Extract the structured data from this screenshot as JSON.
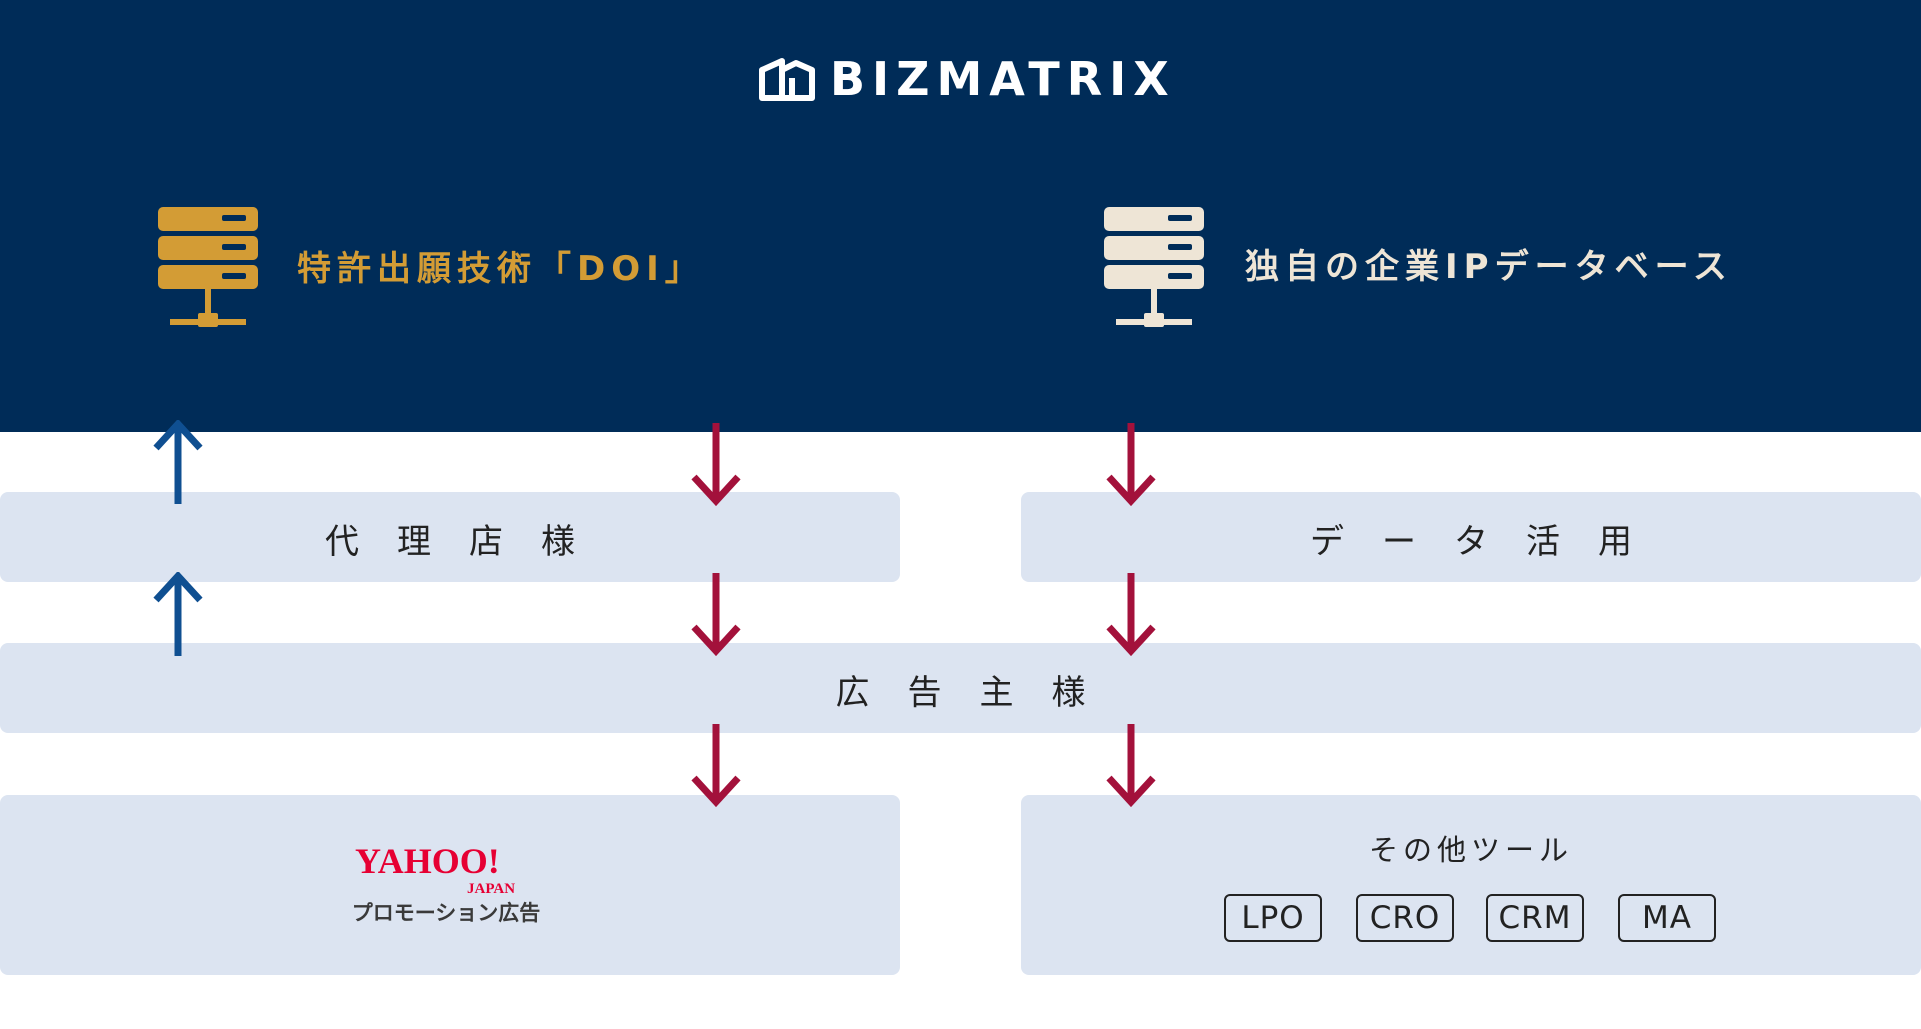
{
  "brand": {
    "name": "BIZMATRIX"
  },
  "sources": {
    "left": {
      "label": "特許出願技術「DOI」",
      "icon": "server-icon",
      "color": "#d39c35"
    },
    "right": {
      "label": "独自の企業IPデータベース",
      "icon": "server-icon",
      "color": "#eee5d6"
    }
  },
  "boxes": {
    "agency": "代理店様",
    "data_use": "データ活用",
    "advertiser": "広告主様"
  },
  "yahoo": {
    "logo_main": "YAHOO!",
    "logo_sub": "JAPAN",
    "caption": "プロモーション広告"
  },
  "tools": {
    "title": "その他ツール",
    "items": [
      "LPO",
      "CRO",
      "CRM",
      "MA"
    ]
  },
  "colors": {
    "header_bg": "#002c58",
    "box_bg": "#dce4f1",
    "arrow_down": "#a3113b",
    "arrow_up": "#0f4f91",
    "yahoo_red": "#e60033"
  }
}
